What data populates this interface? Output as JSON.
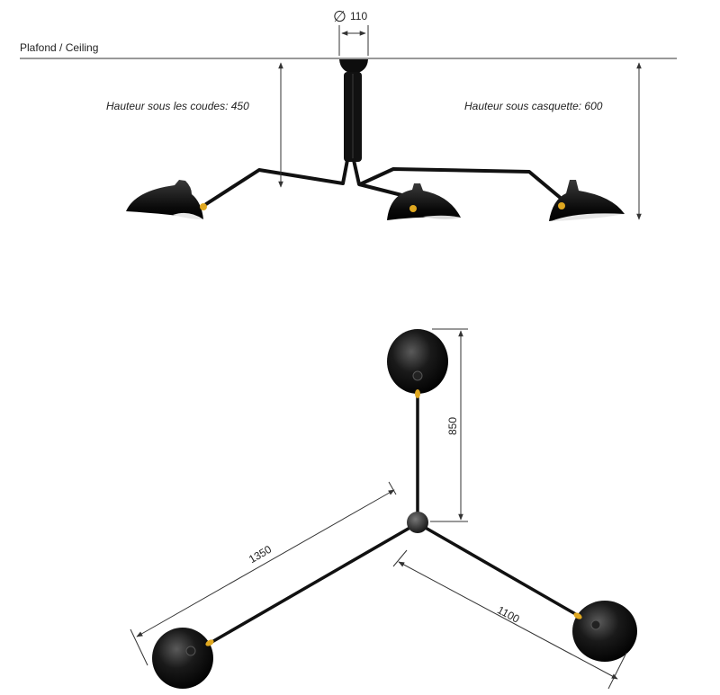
{
  "ceiling_label": "Plafond / Ceiling",
  "diameter": {
    "symbol": "∅",
    "value": "110"
  },
  "height_elbows_label": "Hauteur sous les coudes: 450",
  "height_cap_label": "Hauteur sous casquette: 600",
  "top_view": {
    "dim_arm_up": "850",
    "dim_arm_left": "1350",
    "dim_arm_right": "1100"
  },
  "colors": {
    "lamp_black": "#0d0d0d",
    "brass_accent": "#e0a820",
    "line": "#333333"
  }
}
